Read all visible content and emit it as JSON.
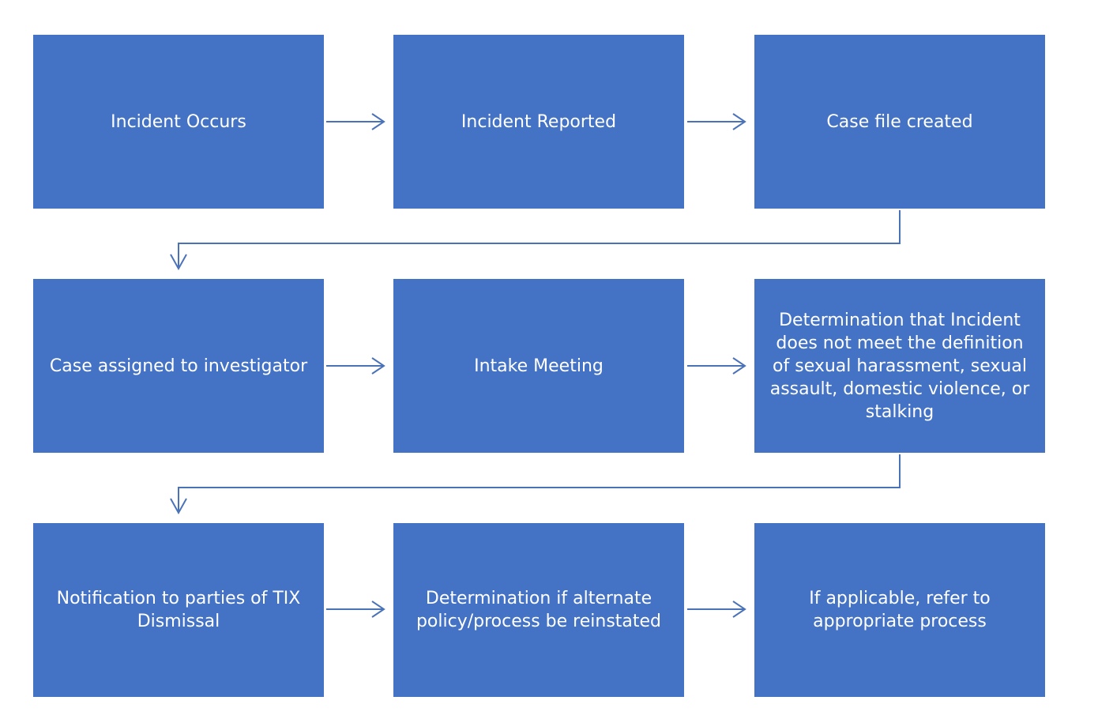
{
  "colors": {
    "box_fill": "#4472c4",
    "box_text": "#ffffff",
    "connector": "#4a72b8",
    "background": "#ffffff"
  },
  "steps": [
    {
      "label": "Incident Occurs"
    },
    {
      "label": "Incident Reported"
    },
    {
      "label": "Case file created"
    },
    {
      "label": "Case assigned to investigator"
    },
    {
      "label": "Intake Meeting"
    },
    {
      "label": "Determination that Incident does not meet the definition of sexual harassment, sexual assault, domestic violence, or stalking"
    },
    {
      "label": "Notification to parties of TIX Dismissal"
    },
    {
      "label": "Determination if alternate policy/process be reinstated"
    },
    {
      "label": "If applicable, refer to appropriate process"
    }
  ],
  "connections": [
    {
      "from": 1,
      "to": 2
    },
    {
      "from": 2,
      "to": 3
    },
    {
      "from": 3,
      "to": 4
    },
    {
      "from": 4,
      "to": 5
    },
    {
      "from": 5,
      "to": 6
    },
    {
      "from": 6,
      "to": 7
    },
    {
      "from": 7,
      "to": 8
    },
    {
      "from": 8,
      "to": 9
    }
  ]
}
